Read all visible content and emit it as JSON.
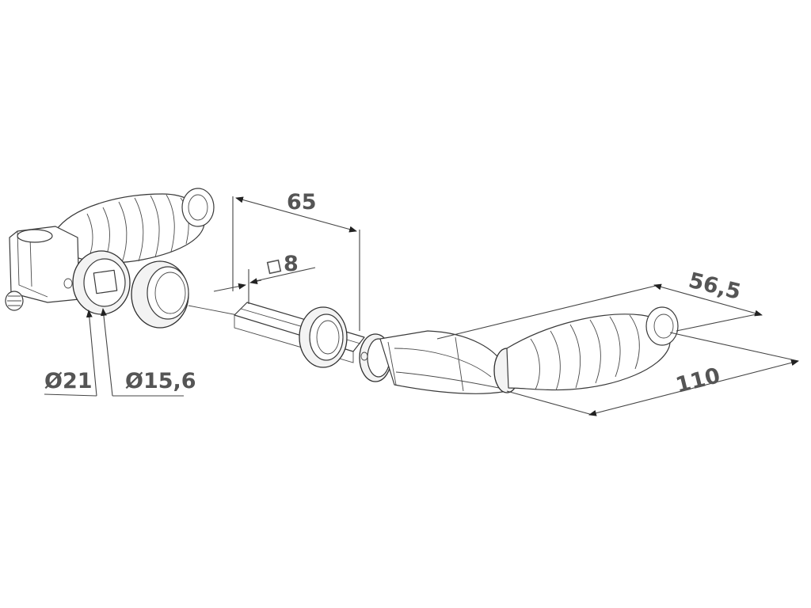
{
  "dimensions": {
    "rose_projection": "65",
    "square_spindle": "8",
    "square_symbol": "□",
    "handle_offset": "56,5",
    "handle_length": "110",
    "rose_outer_diameter": "Ø21",
    "rose_inner_diameter": "Ø15,6"
  }
}
